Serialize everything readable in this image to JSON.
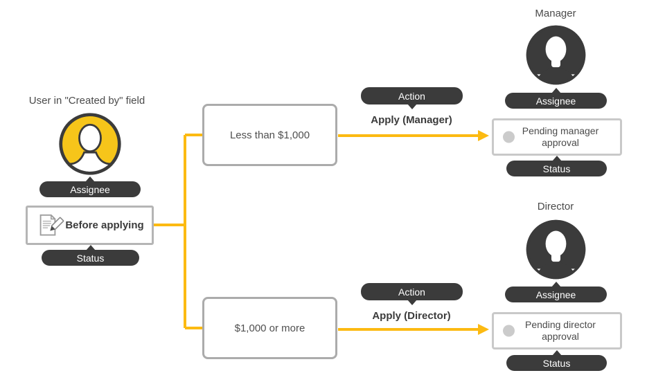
{
  "colors": {
    "accent_yellow": "#FCBA12",
    "avatar_yellow": "#F6C51A",
    "dark": "#3B3B3B",
    "box_border_gray": "#ABABAB",
    "pending_border_gray": "#C9C9C9",
    "text_gray": "#4A4A4A",
    "status_dot_gray": "#CBCBCB"
  },
  "left": {
    "caption": "User in \"Created by\" field",
    "assignee_badge": "Assignee",
    "before_status": "Before applying",
    "status_badge": "Status"
  },
  "conditions": {
    "top": "Less than $1,000",
    "bottom": "$1,000 or more"
  },
  "actions": {
    "top": {
      "badge": "Action",
      "label": "Apply (Manager)"
    },
    "bottom": {
      "badge": "Action",
      "label": "Apply (Director)"
    }
  },
  "approvers": {
    "manager": {
      "role": "Manager",
      "assignee_badge": "Assignee",
      "pending_status": "Pending manager approval",
      "status_badge": "Status"
    },
    "director": {
      "role": "Director",
      "assignee_badge": "Assignee",
      "pending_status": "Pending director approval",
      "status_badge": "Status"
    }
  }
}
